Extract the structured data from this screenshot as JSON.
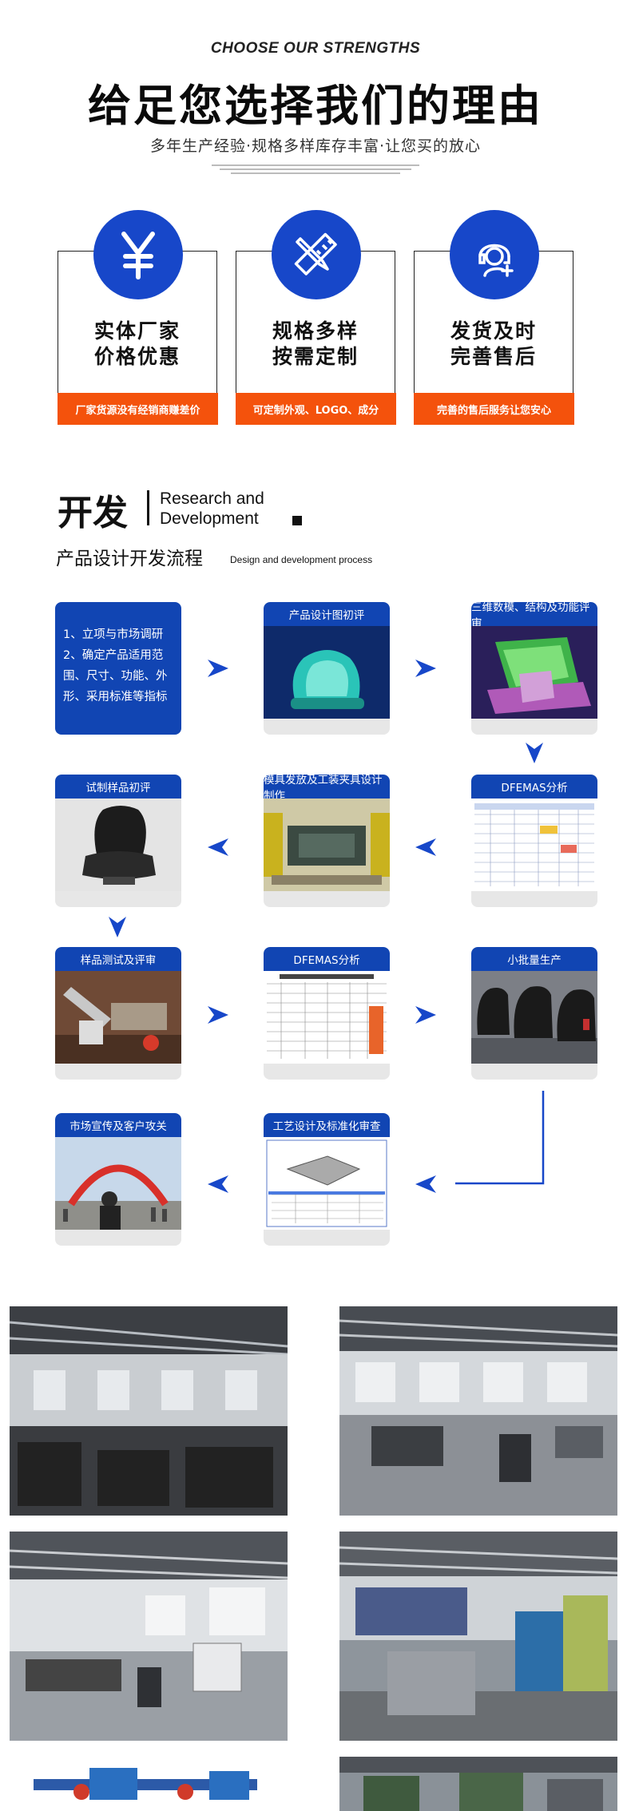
{
  "header": {
    "title_en": "CHOOSE OUR STRENGTHS",
    "title_cn": "给足您选择我们的理由",
    "subtitle": "多年生产经验·规格多样库存丰富·让您买的放心"
  },
  "cards": [
    {
      "icon": "yuan-icon",
      "line1": "实体厂家",
      "line2": "价格优惠",
      "bar": "厂家货源没有经销商赚差价"
    },
    {
      "icon": "ruler-pencil-icon",
      "line1": "规格多样",
      "line2": "按需定制",
      "bar": "可定制外观、LOGO、成分"
    },
    {
      "icon": "customer-service-icon",
      "line1": "发货及时",
      "line2": "完善售后",
      "bar": "完善的售后服务让您安心"
    }
  ],
  "development": {
    "title_cn": "开发",
    "title_en_line1": "Research and",
    "title_en_line2": "Development",
    "subtitle_cn": "产品设计开发流程",
    "subtitle_en": "Design and development process"
  },
  "process": {
    "intro_lines": [
      "1、立项与市场调研",
      "2、确定产品适用范",
      "围、尺寸、功能、外",
      "形、采用标准等指标"
    ],
    "steps": [
      "产品设计图初评",
      "三维数模、结构及功能评审",
      "DFEMAS分析",
      "模具发放及工装夹具设计制作",
      "试制样品初评",
      "样品测试及评审",
      "DFEMAS分析",
      "小批量生产",
      "工艺设计及标准化审查",
      "市场宣传及客户攻关"
    ]
  },
  "colors": {
    "accent_blue": "#1747c9",
    "step_blue": "#1145b3",
    "accent_orange": "#f4520c"
  }
}
